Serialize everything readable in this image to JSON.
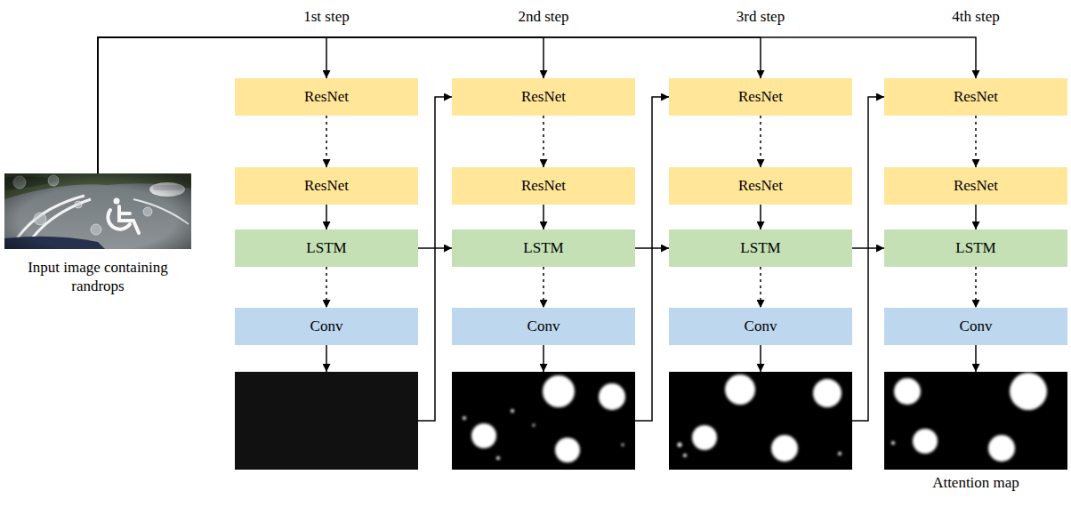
{
  "diagram": {
    "nodes": [
      {
        "text": [
          "Input image containing randrops"
        ]
      },
      {
        "text": [
          "ResNet"
        ]
      },
      {
        "text": [
          "ResNet"
        ]
      },
      {
        "text": [
          "LSTM"
        ]
      },
      {
        "text": [
          "Conv"
        ]
      },
      {
        "text": [
          "ResNet"
        ]
      },
      {
        "text": [
          "ResNet"
        ]
      },
      {
        "text": [
          "LSTM"
        ]
      },
      {
        "text": [
          "Conv"
        ]
      },
      {
        "text": [
          "ResNet"
        ]
      },
      {
        "text": [
          "ResNet"
        ]
      },
      {
        "text": [
          "LSTM"
        ]
      },
      {
        "text": [
          "Conv"
        ]
      },
      {
        "text": [
          "ResNet"
        ]
      },
      {
        "text": [
          "ResNet"
        ]
      },
      {
        "text": [
          "LSTM"
        ]
      },
      {
        "text": [
          "Conv"
        ]
      },
      {
        "text": [
          "Attention map"
        ]
      }
    ],
    "edges": [
      {
        "from": 0,
        "to": 1,
        "arrow": "to"
      },
      {
        "from": 0,
        "to": 5,
        "arrow": "to"
      },
      {
        "from": 0,
        "to": 9,
        "arrow": "to"
      },
      {
        "from": 0,
        "to": 13,
        "arrow": "to"
      },
      {
        "from": 1,
        "to": 2,
        "arrow": "to"
      },
      {
        "from": 2,
        "to": 3,
        "arrow": "to"
      },
      {
        "from": 3,
        "to": 4,
        "arrow": "to"
      },
      {
        "from": 5,
        "to": 6,
        "arrow": "to"
      },
      {
        "from": 6,
        "to": 7,
        "arrow": "to"
      },
      {
        "from": 7,
        "to": 8,
        "arrow": "to"
      },
      {
        "from": 9,
        "to": 10,
        "arrow": "to"
      },
      {
        "from": 10,
        "to": 11,
        "arrow": "to"
      },
      {
        "from": 11,
        "to": 12,
        "arrow": "to"
      },
      {
        "from": 13,
        "to": 14,
        "arrow": "to"
      },
      {
        "from": 14,
        "to": 15,
        "arrow": "to"
      },
      {
        "from": 15,
        "to": 16,
        "arrow": "to"
      },
      {
        "from": 3,
        "to": 7,
        "arrow": "to"
      },
      {
        "from": 7,
        "to": 11,
        "arrow": "to"
      },
      {
        "from": 11,
        "to": 15,
        "arrow": "to"
      },
      {
        "from": 16,
        "to": 17,
        "arrow": "to"
      }
    ],
    "labels": [
      "1st step",
      "2nd step",
      "3rd step",
      "4th step"
    ]
  }
}
